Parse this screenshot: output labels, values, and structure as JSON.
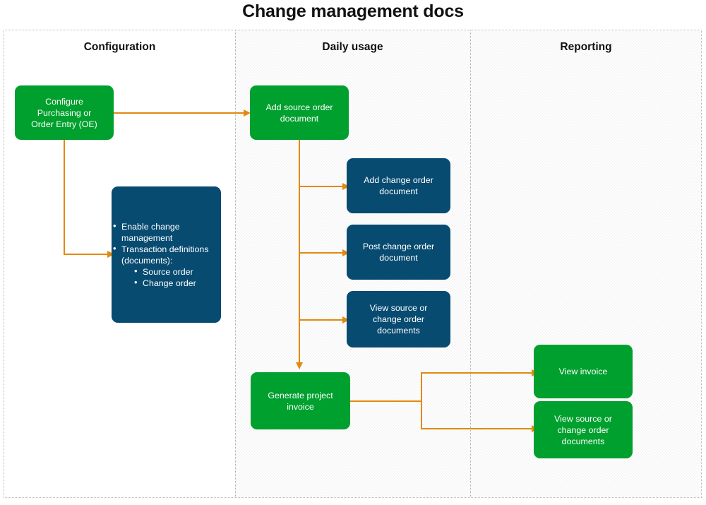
{
  "title": "Change management docs",
  "lanes": [
    {
      "label": "Configuration",
      "shaded": false
    },
    {
      "label": "Daily usage",
      "shaded": true
    },
    {
      "label": "Reporting",
      "shaded": true
    }
  ],
  "colors": {
    "green": "#00a02e",
    "blue": "#084b71",
    "arrow": "#e2890e",
    "frame": "#b8b8b8",
    "text_dark": "#111111",
    "node_text": "#ffffff"
  },
  "nodes": {
    "configure_purchasing": {
      "text": "Configure Purchasing or Order Entry (OE)",
      "lines": [
        "Configure",
        "Purchasing or",
        "Order Entry (OE)"
      ],
      "color": "green",
      "lane": "Configuration"
    },
    "change_management_settings": {
      "color": "blue",
      "lane": "Configuration",
      "bullets": [
        {
          "text": "Enable change management"
        },
        {
          "text": "Transaction definitions (documents):",
          "children": [
            "Source order",
            "Change order"
          ]
        }
      ]
    },
    "add_source_order": {
      "lines": [
        "Add source order",
        "document"
      ],
      "color": "green",
      "lane": "Daily usage"
    },
    "add_change_order": {
      "lines": [
        "Add change order",
        "document"
      ],
      "color": "blue",
      "lane": "Daily usage"
    },
    "post_change_order": {
      "lines": [
        "Post change order",
        "document"
      ],
      "color": "blue",
      "lane": "Daily usage"
    },
    "view_source_change_daily": {
      "lines": [
        "View source or",
        "change order",
        "documents"
      ],
      "color": "blue",
      "lane": "Daily usage"
    },
    "generate_project_invoice": {
      "lines": [
        "Generate project",
        "invoice"
      ],
      "color": "green",
      "lane": "Daily usage"
    },
    "view_invoice": {
      "lines": [
        "View invoice"
      ],
      "color": "green",
      "lane": "Reporting"
    },
    "view_source_change_reporting": {
      "lines": [
        "View source or",
        "change order",
        "documents"
      ],
      "color": "green",
      "lane": "Reporting"
    }
  }
}
